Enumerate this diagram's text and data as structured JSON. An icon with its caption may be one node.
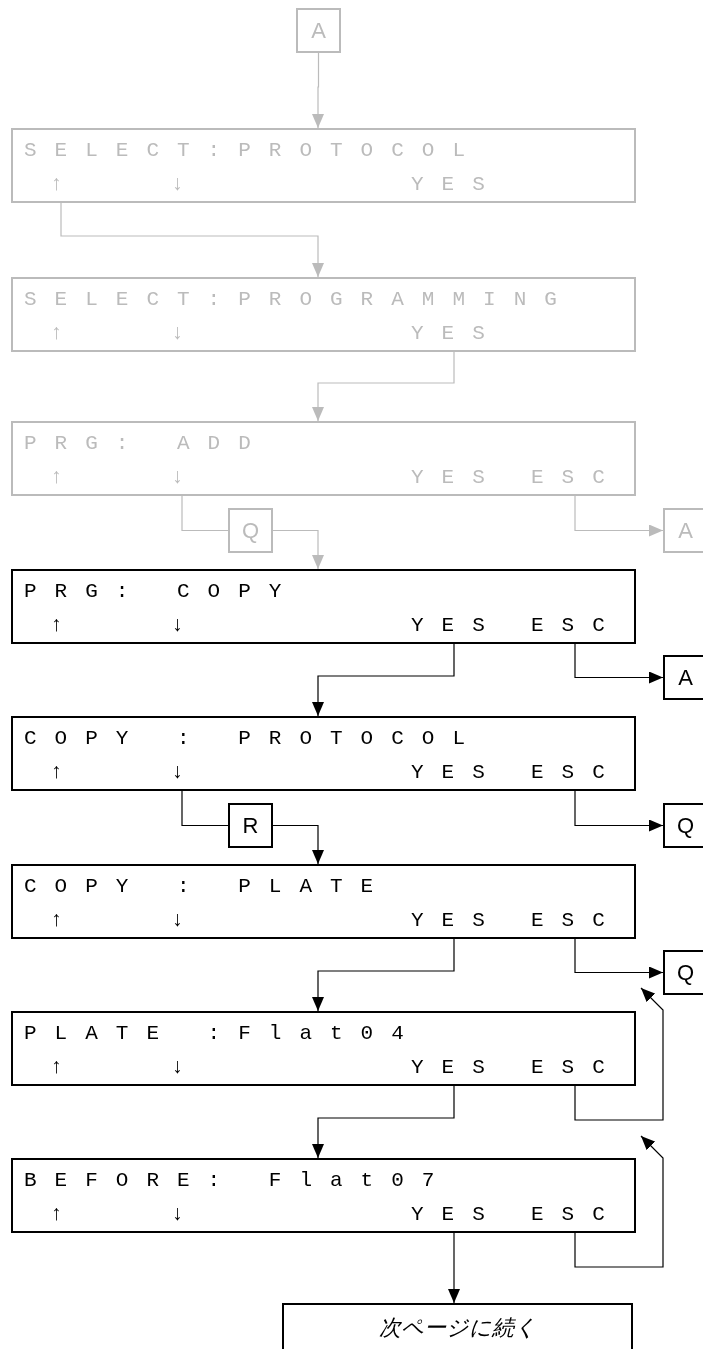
{
  "diagram": {
    "nodes": [
      {
        "text": [
          "A"
        ]
      },
      {
        "text": [
          "SELECT:PROTOCOL",
          "↑",
          "↓",
          "YES"
        ]
      },
      {
        "text": [
          "SELECT:PROGRAMMING",
          "↑",
          "↓",
          "YES"
        ]
      },
      {
        "text": [
          "PRG: ADD",
          "↑",
          "↓",
          "YES",
          "ESC"
        ]
      },
      {
        "text": [
          "Q"
        ]
      },
      {
        "text": [
          "A"
        ]
      },
      {
        "text": [
          "PRG: COPY",
          "↑",
          "↓",
          "YES",
          "ESC"
        ]
      },
      {
        "text": [
          "A"
        ]
      },
      {
        "text": [
          "COPY : PROTOCOL",
          "↑",
          "↓",
          "YES",
          "ESC"
        ]
      },
      {
        "text": [
          "R"
        ]
      },
      {
        "text": [
          "Q"
        ]
      },
      {
        "text": [
          "COPY : PLATE",
          "↑",
          "↓",
          "YES",
          "ESC"
        ]
      },
      {
        "text": [
          "Q"
        ]
      },
      {
        "text": [
          "PLATE :Flat04",
          "↑",
          "↓",
          "YES",
          "ESC"
        ]
      },
      {
        "text": [
          "BEFORE: Flat07",
          "↑",
          "↓",
          "YES",
          "ESC"
        ]
      },
      {
        "text": [
          "次ページに続く"
        ]
      }
    ],
    "edges": [
      {
        "from": 0,
        "to": 1,
        "arrow": "to",
        "color": "#bbbbbb"
      },
      {
        "from": 1,
        "to": 2,
        "arrow": "to",
        "color": "#bbbbbb"
      },
      {
        "from": 2,
        "to": 3,
        "arrow": "to",
        "color": "#bbbbbb"
      },
      {
        "from": 3,
        "to": 4,
        "arrow": "none",
        "color": "#bbbbbb"
      },
      {
        "from": 4,
        "to": 6,
        "arrow": "to",
        "color": "#bbbbbb"
      },
      {
        "from": 3,
        "to": 5,
        "arrow": "to",
        "color": "#bbbbbb"
      },
      {
        "from": 6,
        "to": 8,
        "arrow": "to"
      },
      {
        "from": 6,
        "to": 7,
        "arrow": "to"
      },
      {
        "from": 8,
        "to": 9,
        "arrow": "none"
      },
      {
        "from": 9,
        "to": 11,
        "arrow": "to"
      },
      {
        "from": 8,
        "to": 10,
        "arrow": "to"
      },
      {
        "from": 11,
        "to": 13,
        "arrow": "to"
      },
      {
        "from": 11,
        "to": 12,
        "arrow": "to"
      },
      {
        "from": 13,
        "to": 14,
        "arrow": "to"
      },
      {
        "from": 13,
        "to": 12,
        "arrow": "to"
      },
      {
        "from": 14,
        "to": null,
        "arrow": "to"
      },
      {
        "from": 14,
        "to": 15,
        "arrow": "to"
      }
    ]
  }
}
